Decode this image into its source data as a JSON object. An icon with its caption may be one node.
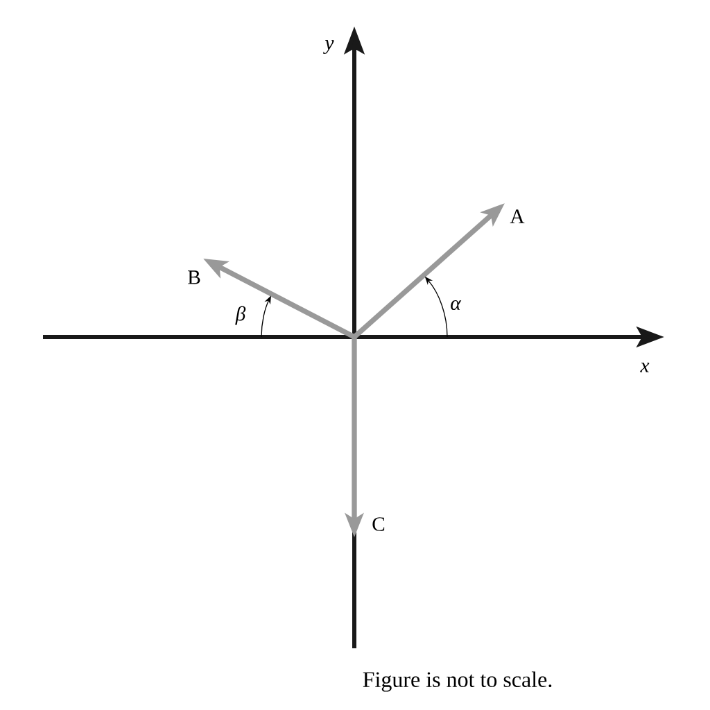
{
  "diagram": {
    "caption": "Figure is not to scale.",
    "labels": [
      "y",
      "A",
      "B",
      "β",
      "α",
      "x",
      "C"
    ]
  }
}
